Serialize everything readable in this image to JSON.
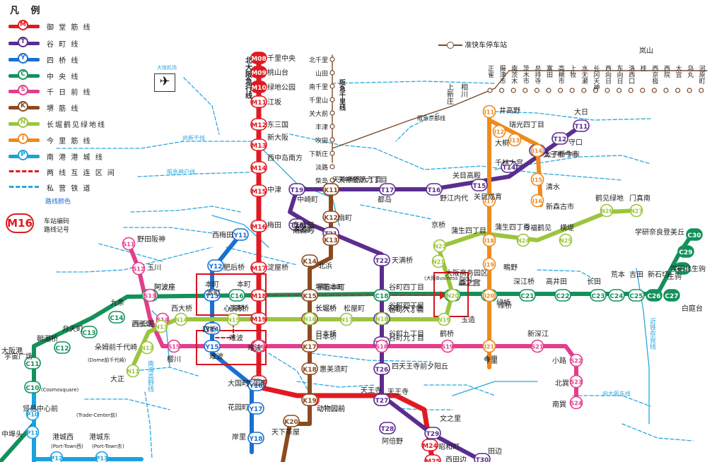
{
  "legend": {
    "title": "凡 例",
    "lines": [
      {
        "code": "M",
        "name": "御 堂 筋 线",
        "color": "#e01a22"
      },
      {
        "code": "T",
        "name": "谷 町 线",
        "color": "#5b2d8e"
      },
      {
        "code": "Y",
        "name": "四 桥 线",
        "color": "#1a6fd0"
      },
      {
        "code": "C",
        "name": "中 央 线",
        "color": "#13915a"
      },
      {
        "code": "S",
        "name": "千 日 前 线",
        "color": "#e33d8c"
      },
      {
        "code": "K",
        "name": "堺 筋 线",
        "color": "#8b4a1f"
      },
      {
        "code": "N",
        "name": "长堀鹤见绿地线",
        "color": "#9bc53d"
      },
      {
        "code": "I",
        "name": "今 里 筋 线",
        "color": "#ef8a1c"
      },
      {
        "code": "P",
        "name": "南 港 港 城 线",
        "color": "#1aa1e0"
      }
    ],
    "transfer": "两 线 互 连 区 间",
    "private": "私 营 铁 道"
  },
  "route_key": {
    "title": "路线颜色",
    "badge": "M16",
    "code_label": "车站编码",
    "line_label": "路线记号"
  },
  "stop_legend": "准快车停车站",
  "colors": {
    "M": "#e01a22",
    "T": "#5b2d8e",
    "Y": "#1a6fd0",
    "C": "#13915a",
    "S": "#e33d8c",
    "K": "#8b4a1f",
    "N": "#9bc53d",
    "I": "#ef8a1c",
    "P": "#1aa1e0",
    "private": "#2aa7e0",
    "hankyu": "#7a4a2a"
  },
  "side_label": "北大阪急行线",
  "senri_label": "阪急千里线",
  "keihan_label": "阪急京都线",
  "hanwa_label": "南海高野线",
  "kintetsu_label": "近铁奈良线",
  "stations": {
    "M": [
      {
        "code": "M08",
        "name": "千里中央"
      },
      {
        "code": "M09",
        "name": "桃山台"
      },
      {
        "code": "M10",
        "name": "绿地公园"
      },
      {
        "code": "M11",
        "name": "江坂"
      },
      {
        "code": "M12",
        "name": "东三国"
      },
      {
        "code": "M13",
        "name": "新大阪"
      },
      {
        "code": "M14",
        "name": "西中岛南方"
      },
      {
        "code": "M15",
        "name": "中津"
      },
      {
        "code": "M16",
        "name": "梅田"
      },
      {
        "code": "M17",
        "name": "淀屋桥"
      },
      {
        "code": "M18",
        "name": "本町"
      },
      {
        "code": "M19",
        "name": "心斋桥"
      },
      {
        "code": "M20",
        "name": "难波"
      },
      {
        "code": "M21",
        "name": "大国町"
      },
      {
        "code": "M22",
        "name": "动物园前"
      },
      {
        "code": "M23",
        "name": "天王寺"
      },
      {
        "code": "M24",
        "name": "昭和町"
      },
      {
        "code": "M25",
        "name": "西田边"
      }
    ],
    "T": [
      {
        "code": "T11",
        "name": "大日"
      },
      {
        "code": "T12",
        "name": "守口"
      },
      {
        "code": "T13",
        "name": "太子桥今市"
      },
      {
        "code": "T14",
        "name": "千林大宫"
      },
      {
        "code": "T15",
        "name": "关目高殿"
      },
      {
        "code": "T16",
        "name": "野江内代"
      },
      {
        "code": "T17",
        "name": "都岛"
      },
      {
        "code": "T18",
        "name": "天神桥筋六丁目"
      },
      {
        "code": "T19",
        "name": "中崎町"
      },
      {
        "code": "T20",
        "name": "东梅田"
      },
      {
        "code": "T21",
        "name": "南森町"
      },
      {
        "code": "T22",
        "name": "天满桥"
      },
      {
        "code": "T23",
        "name": "谷町四丁目"
      },
      {
        "code": "T24",
        "name": "谷町六丁目"
      },
      {
        "code": "T25",
        "name": "谷町九丁目"
      },
      {
        "code": "T26",
        "name": "四天王寺前夕阳丘"
      },
      {
        "code": "T27",
        "name": "天王寺"
      },
      {
        "code": "T28",
        "name": "阿倍野"
      },
      {
        "code": "T29",
        "name": "文之里"
      },
      {
        "code": "T30",
        "name": "田边"
      }
    ],
    "Y": [
      {
        "code": "Y11",
        "name": "西梅田"
      },
      {
        "code": "Y12",
        "name": "肥后桥"
      },
      {
        "code": "Y13",
        "name": "本町"
      },
      {
        "code": "Y14",
        "name": "四桥"
      },
      {
        "code": "Y15",
        "name": "难波"
      },
      {
        "code": "Y16",
        "name": "大国町"
      },
      {
        "code": "Y17",
        "name": "花园町"
      },
      {
        "code": "Y18",
        "name": "岸里"
      }
    ],
    "C": [
      {
        "code": "C10",
        "name": "宇宙广场"
      },
      {
        "code": "C11",
        "name": "大阪港"
      },
      {
        "code": "C12",
        "name": "朝潮桥"
      },
      {
        "code": "C13",
        "name": "弁天町"
      },
      {
        "code": "C14",
        "name": "九条"
      },
      {
        "code": "C15",
        "name": "阿波座"
      },
      {
        "code": "C16",
        "name": "本町"
      },
      {
        "code": "C17",
        "name": "堺筋本町"
      },
      {
        "code": "C18",
        "name": "谷町四丁目"
      },
      {
        "code": "C19",
        "name": "森之宫"
      },
      {
        "code": "C20",
        "name": "绿桥"
      },
      {
        "code": "C21",
        "name": "深江桥"
      },
      {
        "code": "C22",
        "name": "高井田"
      },
      {
        "code": "C23",
        "name": "长田"
      },
      {
        "code": "C24",
        "name": "荒本"
      },
      {
        "code": "C25",
        "name": "吉田"
      },
      {
        "code": "C26",
        "name": "新石切"
      },
      {
        "code": "C27",
        "name": "生驹"
      },
      {
        "code": "C28",
        "name": "白庭台"
      },
      {
        "code": "C29",
        "name": "学研北生驹"
      },
      {
        "code": "C30",
        "name": "学研奈良登美丘"
      }
    ],
    "S": [
      {
        "code": "S11",
        "name": "野田阪神"
      },
      {
        "code": "S12",
        "name": "玉川"
      },
      {
        "code": "S13",
        "name": "阿波座"
      },
      {
        "code": "S14",
        "name": "西长堀"
      },
      {
        "code": "S15",
        "name": "樱川"
      },
      {
        "code": "S16",
        "name": "难波"
      },
      {
        "code": "S17",
        "name": "日本桥"
      },
      {
        "code": "S18",
        "name": "谷町九丁目"
      },
      {
        "code": "S19",
        "name": "鹤桥"
      },
      {
        "code": "S20",
        "name": "今里"
      },
      {
        "code": "S21",
        "name": "新深江"
      },
      {
        "code": "S22",
        "name": "小路"
      },
      {
        "code": "S23",
        "name": "北巽"
      },
      {
        "code": "S24",
        "name": "南巽"
      }
    ],
    "K": [
      {
        "code": "K11",
        "name": "天神桥筋六丁目"
      },
      {
        "code": "K12",
        "name": "扇町"
      },
      {
        "code": "K13",
        "name": "南森町"
      },
      {
        "code": "K14",
        "name": "北浜"
      },
      {
        "code": "K15",
        "name": "堺筋本町"
      },
      {
        "code": "K16",
        "name": "长堀桥"
      },
      {
        "code": "K17",
        "name": "日本桥"
      },
      {
        "code": "K18",
        "name": "惠美须町"
      },
      {
        "code": "K19",
        "name": "动物园前"
      },
      {
        "code": "K20",
        "name": "天下茶屋"
      }
    ],
    "N": [
      {
        "code": "N11",
        "name": "大正"
      },
      {
        "code": "N12",
        "name": "朵姆前千代崎"
      },
      {
        "code": "N13",
        "name": "西长堀"
      },
      {
        "code": "N14",
        "name": "西大桥"
      },
      {
        "code": "N15",
        "name": "心斋桥"
      },
      {
        "code": "N16",
        "name": "长堀桥"
      },
      {
        "code": "N17",
        "name": "松屋町"
      },
      {
        "code": "N18",
        "name": "谷町六丁目"
      },
      {
        "code": "N19",
        "name": "玉造"
      },
      {
        "code": "N20",
        "name": "森之宫"
      },
      {
        "code": "N21",
        "name": "大阪商务园区"
      },
      {
        "code": "N22",
        "name": "京桥"
      },
      {
        "code": "N23",
        "name": "蒲生四丁目"
      },
      {
        "code": "N24",
        "name": "今福鹤见"
      },
      {
        "code": "N25",
        "name": "横堤"
      },
      {
        "code": "N26",
        "name": "鹤见绿地"
      },
      {
        "code": "N27",
        "name": "门真南"
      }
    ],
    "I": [
      {
        "code": "I11",
        "name": "井高野"
      },
      {
        "code": "I12",
        "name": "瑞光四丁目"
      },
      {
        "code": "I13",
        "name": "大桐"
      },
      {
        "code": "I14",
        "name": "太子桥今市"
      },
      {
        "code": "I15",
        "name": "清水"
      },
      {
        "code": "I16",
        "name": "新森古市"
      },
      {
        "code": "I17",
        "name": "关目成育"
      },
      {
        "code": "I18",
        "name": "蒲生四丁目"
      },
      {
        "code": "I19",
        "name": "鴫野"
      },
      {
        "code": "I20",
        "name": "绿桥"
      },
      {
        "code": "I21",
        "name": "今里"
      }
    ],
    "P": [
      {
        "code": "P10",
        "name": "贸易中心前"
      },
      {
        "code": "P11",
        "name": "中埠头"
      },
      {
        "code": "P12",
        "name": "港城西"
      },
      {
        "code": "P13",
        "name": "港城东"
      }
    ]
  },
  "senri_stations": [
    "北千里",
    "山田",
    "南千里",
    "千里山",
    "关大前",
    "丰津",
    "吹田",
    "下新庄",
    "淡路",
    "柴岛"
  ],
  "top_stations": [
    "正雀",
    "摄津市",
    "南茨木",
    "茨木市",
    "总持寺",
    "富田",
    "高槻市",
    "上牧",
    "水无濑",
    "长冈天神",
    "西向日",
    "东向日",
    "洛西口",
    "桂",
    "西京极",
    "西院",
    "大宫",
    "乌丸",
    "河原町"
  ],
  "extra_labels": {
    "aizai": "岚山",
    "kamishinjo": "上新庄",
    "aikawa": "相川",
    "jr_shinkansen": "JR新干线",
    "hankyu_kobe": "阪急神户线",
    "osaka_airport": "大阪机场",
    "bpark": "(大阪Business Park)",
    "cosmo": "(Cosmosquare)",
    "trade": "(Trade-Center前)",
    "pt_west": "(Port-Town西)",
    "pt_east": "(Port-Town东)",
    "dome": "(Dome前千代崎)",
    "kintetsu_osaka": "近铁奈良线",
    "jr_east": "JR大阪东线"
  }
}
